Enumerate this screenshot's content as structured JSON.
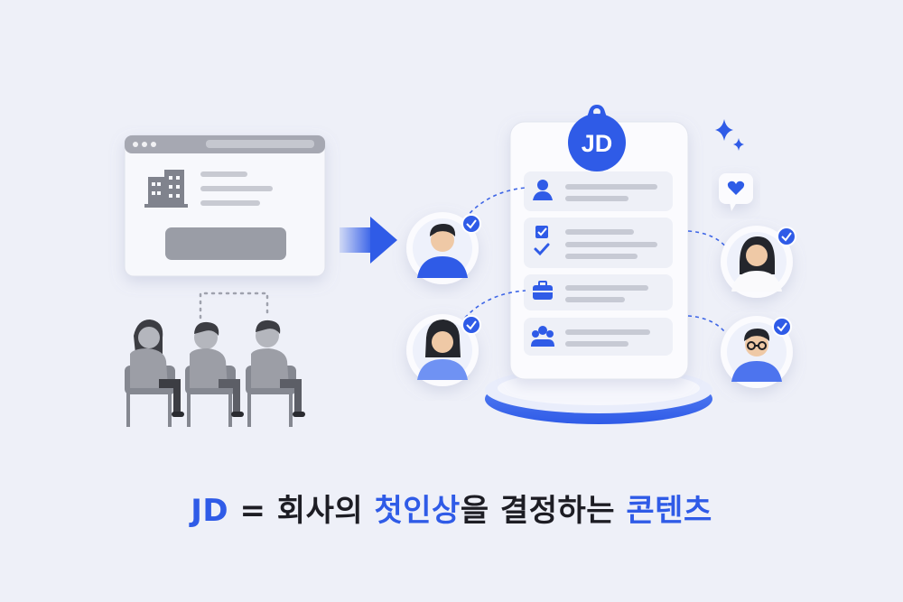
{
  "jd_card": {
    "badge_text": "JD"
  },
  "caption": {
    "part1": "JD",
    "part2": " = 회사의 ",
    "part3": "첫인상",
    "part4": "을 결정하는 ",
    "part5": "콘텐츠"
  },
  "colors": {
    "accent": "#2f5be7",
    "background": "#eef0f8",
    "gray": "#8d9099"
  },
  "icons": [
    "building-icon",
    "arrow-right-icon",
    "sparkle-icon",
    "heart-bubble-icon",
    "check-badge-icon",
    "user-icon",
    "checklist-icon",
    "briefcase-icon",
    "group-icon"
  ]
}
